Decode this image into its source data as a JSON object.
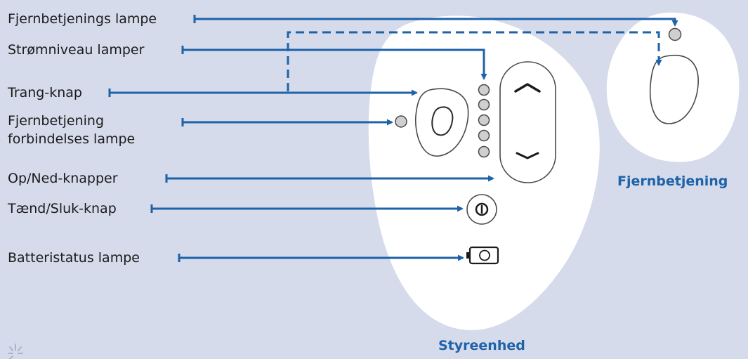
{
  "labels": {
    "remote_lamp": "Fjernbetjenings lampe",
    "power_level_lamps": "Strømniveau lamper",
    "urge_button": "Trang-knap",
    "remote_connection_line1": "Fjernbetjening",
    "remote_connection_line2": "forbindelses lampe",
    "up_down_buttons": "Op/Ned-knapper",
    "on_off_button": "Tænd/Sluk-knap",
    "battery_status_lamp": "Batteristatus lampe"
  },
  "captions": {
    "remote": "Fjernbetjening",
    "control_unit": "Styreenhed"
  },
  "colors": {
    "background": "#d5dbeb",
    "accent": "#1e62a8",
    "device_shape": "#ffffff",
    "outline": "#4a4a4a",
    "lamp": "#c9c9c9"
  },
  "icons": [
    "up-chevron-icon",
    "down-chevron-icon",
    "power-icon",
    "battery-icon",
    "sparkle-icon"
  ]
}
